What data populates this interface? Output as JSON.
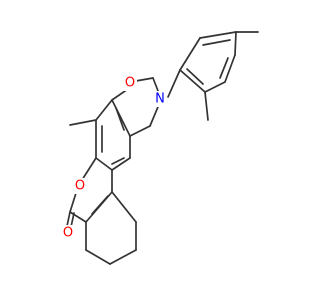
{
  "molecule": {
    "atom_labels": {
      "oxazine_oxygen": "O",
      "amine_nitrogen": "N",
      "lactone_ring_oxygen": "O",
      "carbonyl_oxygen": "O"
    },
    "colors": {
      "bond": "#333333",
      "oxygen": "#ff0000",
      "nitrogen": "#0000ff",
      "background": "#ffffff"
    }
  }
}
